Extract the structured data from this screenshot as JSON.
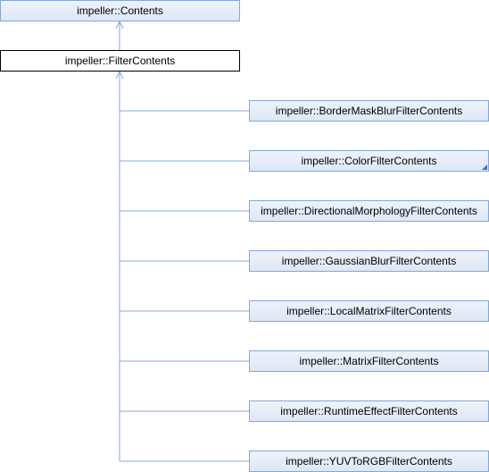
{
  "diagram": {
    "base": {
      "label": "impeller::Contents"
    },
    "current": {
      "label": "impeller::FilterContents"
    },
    "derived": [
      {
        "label": "impeller::BorderMaskBlurFilterContents",
        "has_more": false
      },
      {
        "label": "impeller::ColorFilterContents",
        "has_more": true
      },
      {
        "label": "impeller::DirectionalMorphologyFilterContents",
        "has_more": false
      },
      {
        "label": "impeller::GaussianBlurFilterContents",
        "has_more": false
      },
      {
        "label": "impeller::LocalMatrixFilterContents",
        "has_more": false
      },
      {
        "label": "impeller::MatrixFilterContents",
        "has_more": false
      },
      {
        "label": "impeller::RuntimeEffectFilterContents",
        "has_more": false
      },
      {
        "label": "impeller::YUVToRGBFilterContents",
        "has_more": false
      }
    ],
    "colors": {
      "edge": "#84a7d6",
      "node_border": "#84a7d6",
      "current_border": "#000000"
    }
  }
}
